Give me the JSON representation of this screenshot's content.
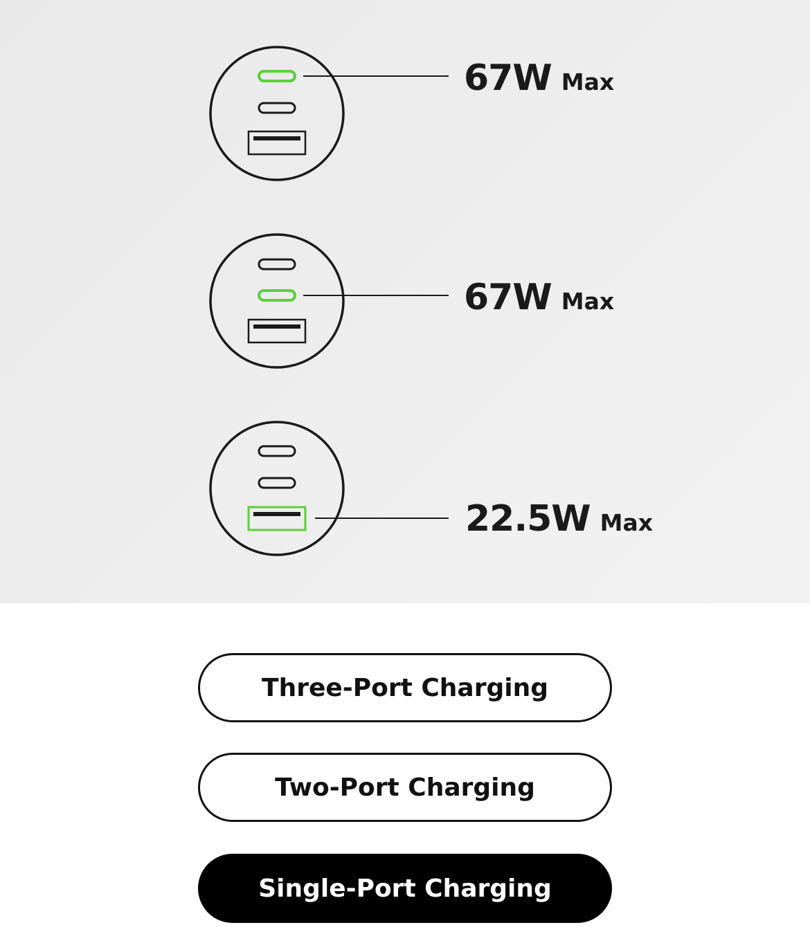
{
  "colors": {
    "active_port": "#5ccf3a",
    "line": "#1a1a1a",
    "hero_bg": "#ececec",
    "active_button_bg": "#000000"
  },
  "configurations": [
    {
      "active_port": "usb-c-1",
      "watt_value": "67W",
      "watt_suffix": "Max"
    },
    {
      "active_port": "usb-c-2",
      "watt_value": "67W",
      "watt_suffix": "Max"
    },
    {
      "active_port": "usb-a",
      "watt_value": "22.5W",
      "watt_suffix": "Max"
    }
  ],
  "mode_buttons": [
    {
      "label": "Three-Port Charging",
      "selected": false
    },
    {
      "label": "Two-Port Charging",
      "selected": false
    },
    {
      "label": "Single-Port Charging",
      "selected": true
    }
  ]
}
